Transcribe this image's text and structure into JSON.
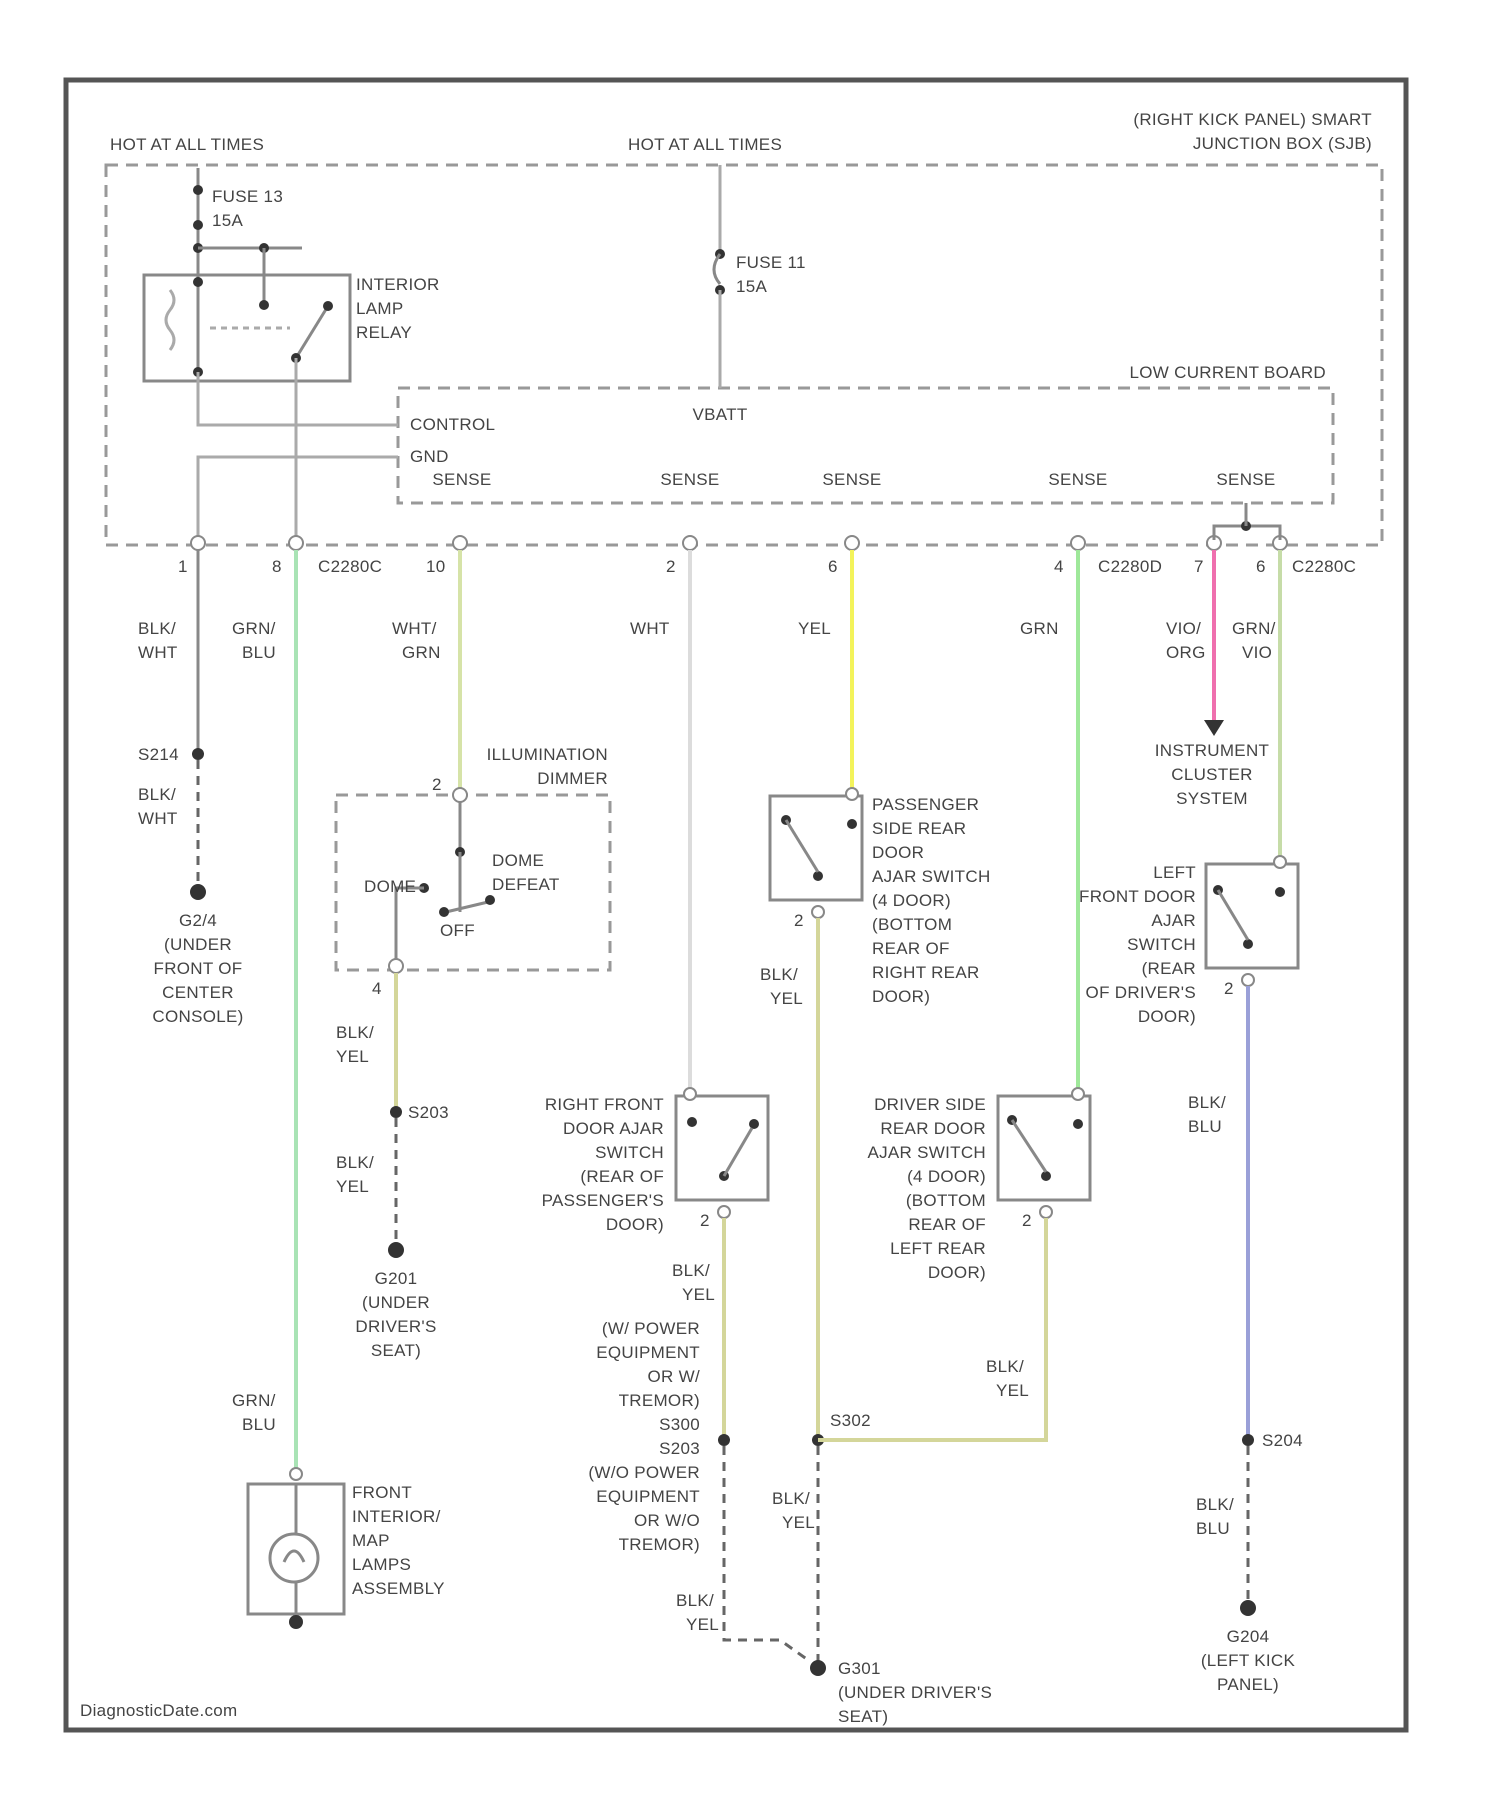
{
  "colors": {
    "grn_blu": "#a9e3b5",
    "wht_grn": "#d6e3a8",
    "wht": "#dcdcdc",
    "yel": "#f3f35a",
    "grn": "#9fe89a",
    "vio_org": "#ef6fae",
    "grn_vio": "#c6dca8",
    "blk_yel": "#d4d69a",
    "blk_blu": "#9aa0d8",
    "blk_wht": "#aaaaaa"
  },
  "labels": {
    "sjb_title_1": "(RIGHT KICK PANEL) SMART",
    "sjb_title_2": "JUNCTION BOX (SJB)",
    "hot_left": "HOT AT ALL TIMES",
    "hot_mid": "HOT AT ALL TIMES",
    "fuse13_a": "FUSE 13",
    "fuse13_b": "15A",
    "fuse11_a": "FUSE 11",
    "fuse11_b": "15A",
    "relay_1": "INTERIOR",
    "relay_2": "LAMP",
    "relay_3": "RELAY",
    "lcb": "LOW CURRENT BOARD",
    "vbatt": "VBATT",
    "control": "CONTROL",
    "gnd": "GND",
    "sense_1": "SENSE",
    "sense_2": "SENSE",
    "sense_3": "SENSE",
    "sense_4": "SENSE",
    "sense_5": "SENSE",
    "pin_1": "1",
    "pin_8": "8",
    "pin_10": "10",
    "pin_2": "2",
    "pin_6": "6",
    "pin_4": "4",
    "pin_7": "7",
    "pin_6b": "6",
    "conn_1": "C2280C",
    "conn_2": "C2280D",
    "conn_3": "C2280C",
    "w1_a": "BLK/",
    "w1_b": "WHT",
    "w2_a": "GRN/",
    "w2_b": "BLU",
    "w3_a": "WHT/",
    "w3_b": "GRN",
    "w4": "WHT",
    "w5": "YEL",
    "w6": "GRN",
    "w7_a": "VIO/",
    "w7_b": "ORG",
    "w8_a": "GRN/",
    "w8_b": "VIO",
    "s214": "S214",
    "w1c_a": "BLK/",
    "w1c_b": "WHT",
    "g2_1": "G2/4",
    "g2_2": "(UNDER",
    "g2_3": "FRONT OF",
    "g2_4": "CENTER",
    "g2_5": "CONSOLE)",
    "ill_1": "ILLUMINATION",
    "ill_2": "DIMMER",
    "dome": "DOME",
    "dome_def_1": "DOME",
    "dome_def_2": "DEFEAT",
    "off": "OFF",
    "ill_pin2": "2",
    "ill_pin4": "4",
    "w9_a": "BLK/",
    "w9_b": "YEL",
    "s203": "S203",
    "w10_a": "BLK/",
    "w10_b": "YEL",
    "g201_1": "G201",
    "g201_2": "(UNDER",
    "g201_3": "DRIVER'S",
    "g201_4": "SEAT)",
    "psr_1": "PASSENGER",
    "psr_2": "SIDE REAR",
    "psr_3": "DOOR",
    "psr_4": "AJAR SWITCH",
    "psr_5": "(4 DOOR)",
    "psr_6": "(BOTTOM",
    "psr_7": "REAR OF",
    "psr_8": "RIGHT REAR",
    "psr_9": "DOOR)",
    "ic_1": "INSTRUMENT",
    "ic_2": "CLUSTER",
    "ic_3": "SYSTEM",
    "lf_1": "LEFT",
    "lf_2": "FRONT DOOR",
    "lf_3": "AJAR",
    "lf_4": "SWITCH",
    "lf_5": "(REAR",
    "lf_6": "OF DRIVER'S",
    "lf_7": "DOOR)",
    "w11_a": "BLK/",
    "w11_b": "YEL",
    "rf_1": "RIGHT FRONT",
    "rf_2": "DOOR AJAR",
    "rf_3": "SWITCH",
    "rf_4": "(REAR OF",
    "rf_5": "PASSENGER'S",
    "rf_6": "DOOR)",
    "dsr_1": "DRIVER SIDE",
    "dsr_2": "REAR DOOR",
    "dsr_3": "AJAR SWITCH",
    "dsr_4": "(4 DOOR)",
    "dsr_5": "(BOTTOM",
    "dsr_6": "REAR OF",
    "dsr_7": "LEFT REAR",
    "dsr_8": "DOOR)",
    "w12_a": "BLK/",
    "w12_b": "BLU",
    "w13_a": "BLK/",
    "w13_b": "YEL",
    "opt_1": "(W/ POWER",
    "opt_2": "EQUIPMENT",
    "opt_3": "OR W/",
    "opt_4": "TREMOR)",
    "opt_5": "S300",
    "opt_6": "S203",
    "opt_7": "(W/O POWER",
    "opt_8": "EQUIPMENT",
    "opt_9": "OR W/O",
    "opt_10": "TREMOR)",
    "w14_a": "BLK/",
    "w14_b": "YEL",
    "s302": "S302",
    "w15_a": "BLK/",
    "w15_b": "YEL",
    "s204": "S204",
    "w16_a": "BLK/",
    "w16_b": "BLU",
    "w17_a": "BLK/",
    "w17_b": "YEL",
    "w18_a": "GRN/",
    "w18_b": "BLU",
    "lamp_1": "FRONT",
    "lamp_2": "INTERIOR/",
    "lamp_3": "MAP",
    "lamp_4": "LAMPS",
    "lamp_5": "ASSEMBLY",
    "g301_1": "G301",
    "g301_2": "(UNDER DRIVER'S",
    "g301_3": "SEAT)",
    "g204_1": "G204",
    "g204_2": "(LEFT KICK",
    "g204_3": "PANEL)",
    "watermark": "DiagnosticDate.com"
  }
}
